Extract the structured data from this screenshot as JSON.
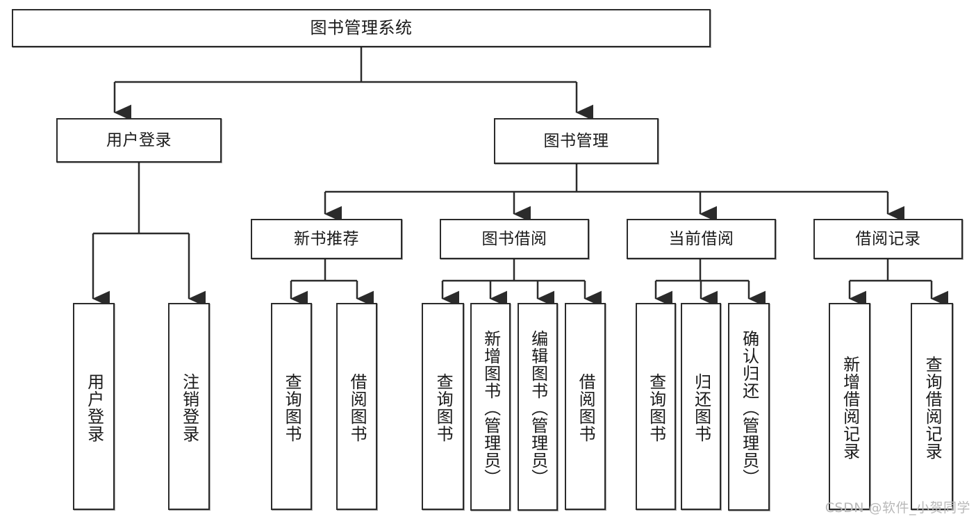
{
  "diagram": {
    "title": "图书管理系统",
    "watermark": "CSDN @软件_小贺同学",
    "root": {
      "label": "图书管理系统"
    },
    "level2": [
      {
        "label": "用户登录"
      },
      {
        "label": "图书管理"
      }
    ],
    "level3": [
      {
        "label": "新书推荐"
      },
      {
        "label": "图书借阅"
      },
      {
        "label": "当前借阅"
      },
      {
        "label": "借阅记录"
      }
    ],
    "leaves": {
      "user_login": [
        {
          "label": "用户登录"
        },
        {
          "label": "注销登录"
        }
      ],
      "new_book_recommend": [
        {
          "label": "查询图书"
        },
        {
          "label": "借阅图书"
        }
      ],
      "book_borrow": [
        {
          "label": "查询图书"
        },
        {
          "label": "新增图书（管理员）"
        },
        {
          "label": "编辑图书（管理员）"
        },
        {
          "label": "借阅图书"
        }
      ],
      "current_borrow": [
        {
          "label": "查询图书"
        },
        {
          "label": "归还图书"
        },
        {
          "label": "确认归还（管理员）"
        }
      ],
      "borrow_record": [
        {
          "label": "新增借阅记录"
        },
        {
          "label": "查询借阅记录"
        }
      ]
    }
  }
}
